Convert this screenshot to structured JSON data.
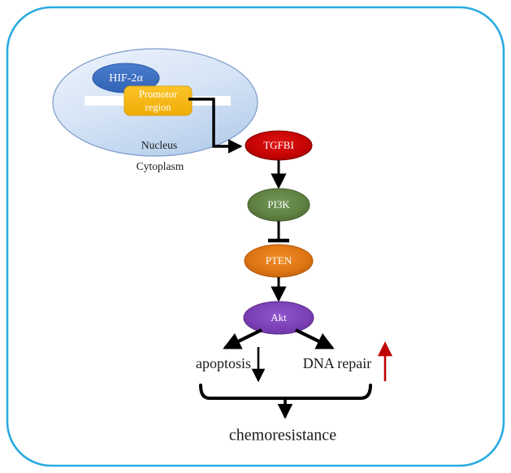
{
  "figure": {
    "type": "signaling-pathway-diagram",
    "border_color": "#29ABE2",
    "background_color": "#FFFFFF"
  },
  "nucleus": {
    "label": "Nucleus",
    "fill_light": "#E8F0FB",
    "fill_dark": "#BBD2EE",
    "stroke": "#6B8FC4"
  },
  "cytoplasm": {
    "label": "Cytoplasm"
  },
  "dna_strand": {
    "name": "dna-bar",
    "color": "#FFFFFF"
  },
  "transcription_factor": {
    "label": "HIF-2α",
    "fill": "#3A6FC4",
    "stroke": "#2E5BA8",
    "text_color": "#FFFFFF"
  },
  "promoter": {
    "label_line1": "Promotor",
    "label_line2": "region",
    "fill": "#F5B914",
    "stroke": "#D9A010",
    "text_color": "#FFFFFF"
  },
  "pathway": {
    "nodes": [
      {
        "id": "tgfbi",
        "label": "TGFBI",
        "fill": "#C00000",
        "fill_center": "#E01010",
        "stroke": "#8F0000",
        "text_color": "#FFFFFF"
      },
      {
        "id": "pi3k",
        "label": "PI3K",
        "fill": "#5E8040",
        "fill_center": "#6E9250",
        "stroke": "#49632F",
        "text_color": "#FFFFFF"
      },
      {
        "id": "pten",
        "label": "PTEN",
        "fill": "#DD7414",
        "fill_center": "#EE8622",
        "stroke": "#B45A0C",
        "text_color": "#FFFFFF"
      },
      {
        "id": "akt",
        "label": "Akt",
        "fill": "#7B3FB5",
        "fill_center": "#8E4FC8",
        "stroke": "#5E2E8C",
        "text_color": "#FFFFFF"
      }
    ],
    "edges": [
      {
        "from": "promoter",
        "to": "tgfbi",
        "kind": "activation"
      },
      {
        "from": "tgfbi",
        "to": "pi3k",
        "kind": "activation"
      },
      {
        "from": "pi3k",
        "to": "pten",
        "kind": "inhibition"
      },
      {
        "from": "pten",
        "to": "akt",
        "kind": "activation"
      },
      {
        "from": "akt",
        "to": "apoptosis",
        "kind": "activation"
      },
      {
        "from": "akt",
        "to": "dna_repair",
        "kind": "activation"
      }
    ]
  },
  "outcomes": [
    {
      "id": "apoptosis",
      "label": "apoptosis",
      "trend": "down",
      "trend_arrow_color": "#000000"
    },
    {
      "id": "dna_repair",
      "label": "DNA repair",
      "trend": "up",
      "trend_arrow_color": "#C00000"
    }
  ],
  "terminal": {
    "label": "chemoresistance"
  }
}
